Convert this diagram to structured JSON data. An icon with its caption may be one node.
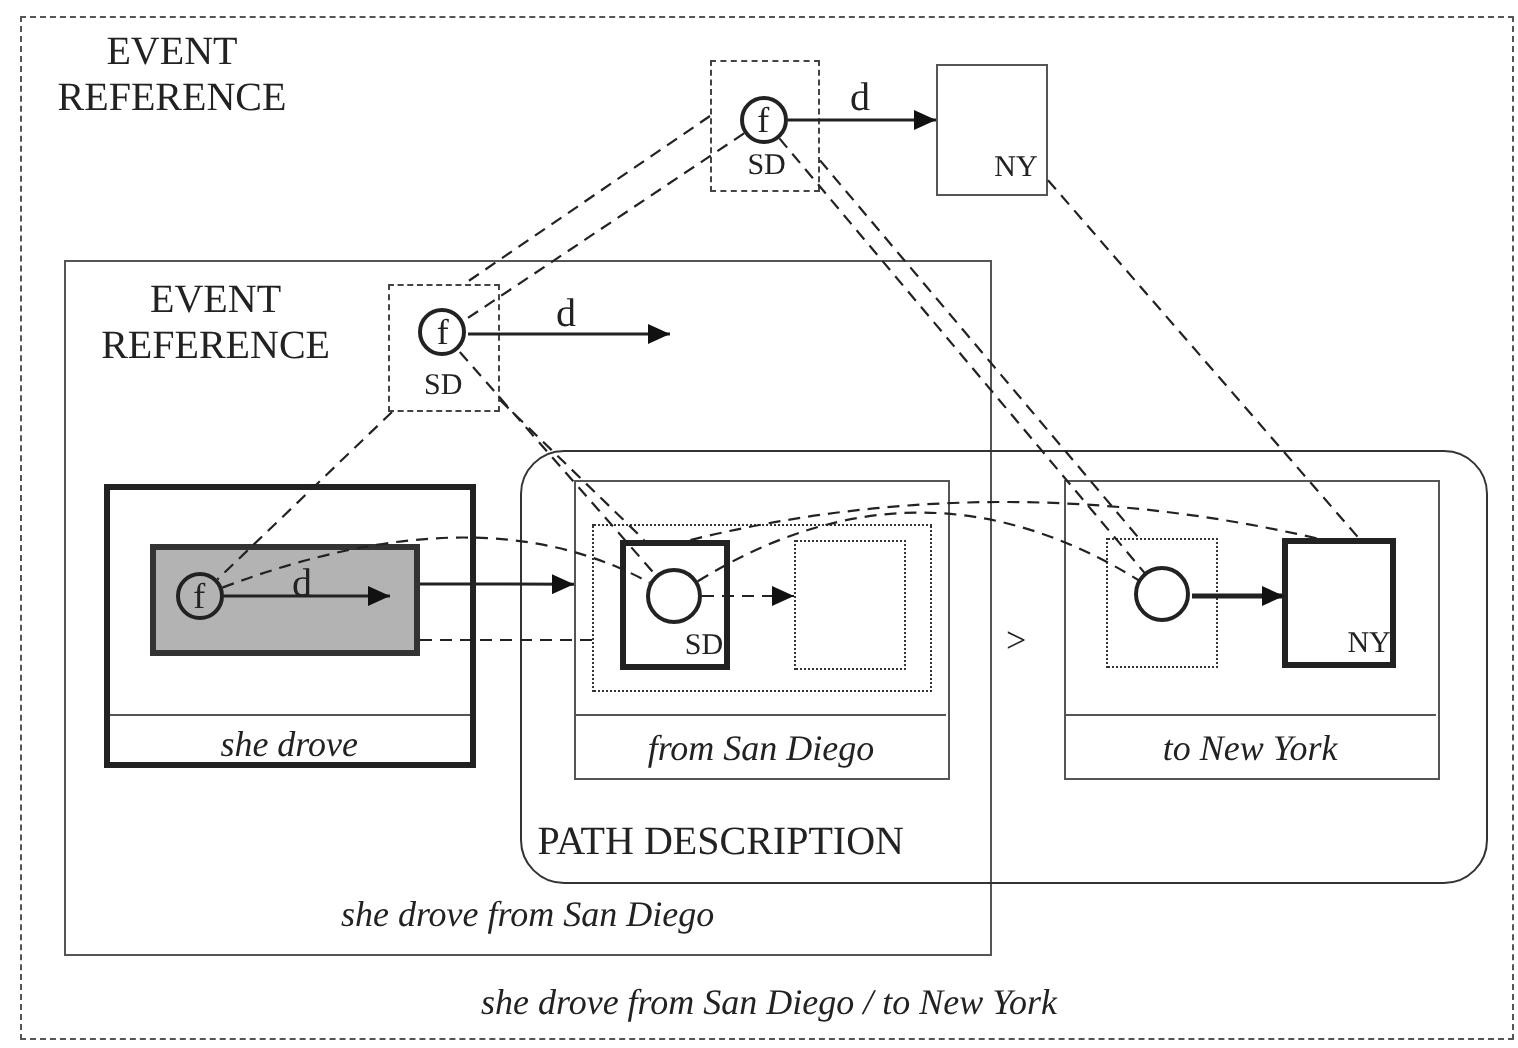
{
  "diagram": {
    "nodes": [
      {
        "text": [
          "EVENT REFERENCE",
          "she drove from San Diego / to New York"
        ]
      },
      {
        "text": [
          "SD"
        ],
        "in": 0
      },
      {
        "text": [
          "f"
        ],
        "in": 1
      },
      {
        "text": [
          "NY"
        ],
        "in": 0
      },
      {
        "text": [
          "EVENT REFERENCE",
          "she drove from San Diego"
        ],
        "in": 0
      },
      {
        "text": [
          "SD"
        ],
        "in": 4
      },
      {
        "text": [
          "f"
        ],
        "in": 5
      },
      {
        "text": [
          "she drove"
        ],
        "in": 4
      },
      {
        "text": [],
        "shape": "box",
        "in": 7
      },
      {
        "text": [
          "f"
        ],
        "in": 8
      },
      {
        "text": [
          "PATH DESCRIPTION"
        ],
        "in": 0
      },
      {
        "text": [
          "from San Diego"
        ]
      },
      {
        "text": [],
        "shape": "box",
        "in": 11
      },
      {
        "text": [
          "SD"
        ],
        "in": 12
      },
      {
        "text": [],
        "shape": "circle",
        "in": 13
      },
      {
        "text": [],
        "shape": "box",
        "in": 12
      },
      {
        "text": [
          "to New York"
        ],
        "in": 10
      },
      {
        "text": [],
        "shape": "box",
        "in": 16
      },
      {
        "text": [],
        "shape": "circle",
        "in": 17
      },
      {
        "text": [
          "NY"
        ],
        "in": 16
      }
    ],
    "edges": [
      {
        "from": 2,
        "to": 3,
        "arrow": "to",
        "label": "d"
      },
      {
        "from": 6,
        "to": null,
        "arrow": "to",
        "label": "d"
      },
      {
        "from": 9,
        "to": null,
        "arrow": "to",
        "label": "d"
      },
      {
        "from": 8,
        "to": 11,
        "arrow": "to"
      },
      {
        "from": 14,
        "to": 15,
        "arrow": "to",
        "style": "dashed"
      },
      {
        "from": 18,
        "to": 19,
        "arrow": "to",
        "style": "thick"
      },
      {
        "from": 1,
        "to": 5,
        "arrow": "none",
        "style": "dashed"
      },
      {
        "from": 2,
        "to": 6,
        "arrow": "none",
        "style": "dashed"
      },
      {
        "from": 5,
        "to": 9,
        "arrow": "none",
        "style": "dashed"
      },
      {
        "from": 5,
        "to": 13,
        "arrow": "none",
        "style": "dashed"
      },
      {
        "from": 6,
        "to": 14,
        "arrow": "none",
        "style": "dashed"
      },
      {
        "from": 1,
        "to": 17,
        "arrow": "none",
        "style": "dashed"
      },
      {
        "from": 2,
        "to": 18,
        "arrow": "none",
        "style": "dashed"
      },
      {
        "from": 3,
        "to": 19,
        "arrow": "none",
        "style": "dashed"
      },
      {
        "from": 9,
        "to": 14,
        "arrow": "none",
        "style": "dashed"
      },
      {
        "from": 13,
        "to": 19,
        "arrow": "none",
        "style": "dashed"
      },
      {
        "from": 14,
        "to": 18,
        "arrow": "none",
        "style": "dashed"
      },
      {
        "from": 8,
        "to": 12,
        "arrow": "none",
        "style": "dashed"
      }
    ],
    "labels": [
      ">"
    ]
  }
}
